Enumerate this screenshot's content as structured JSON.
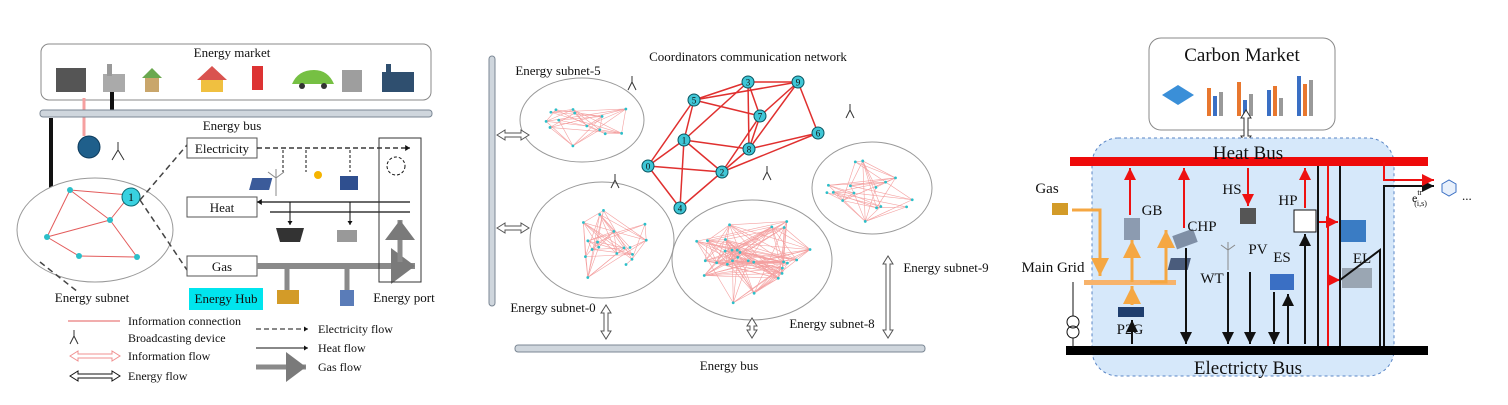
{
  "panel1": {
    "market_title": "Energy market",
    "bus_label": "Energy bus",
    "electricity": "Electricity",
    "heat": "Heat",
    "gas": "Gas",
    "hub": "Energy Hub",
    "port": "Energy port",
    "subnet": "Energy subnet",
    "coordinator_id": "1",
    "hub_color": "#00e5ee",
    "legend": {
      "info_conn": "Information connection",
      "broadcast": "Broadcasting device",
      "info_flow": "Information flow",
      "energy_flow": "Energy flow",
      "elec_flow": "Electricity flow",
      "heat_flow": "Heat flow",
      "gas_flow": "Gas flow"
    }
  },
  "panel2": {
    "title": "Coordinators communication network",
    "subnets": {
      "s5": "Energy subnet-5",
      "s0": "Energy subnet-0",
      "s8": "Energy subnet-8",
      "s9": "Energy subnet-9"
    },
    "bus_label": "Energy bus",
    "nodes": [
      "0",
      "1",
      "2",
      "3",
      "4",
      "5",
      "6",
      "7",
      "8",
      "9"
    ],
    "link_color": "#e0302f",
    "node_color": "#3fc6d6"
  },
  "panel3": {
    "carbon_market": "Carbon Market",
    "heat_bus": "Heat Bus",
    "elec_bus": "Electricty Bus",
    "gas": "Gas",
    "main_grid": "Main Grid",
    "gb": "GB",
    "chp": "CHP",
    "hs": "HS",
    "hp": "HP",
    "pv": "PV",
    "wt": "WT",
    "es": "ES",
    "el": "EL",
    "p2g": "P2G",
    "trade_sym": "e",
    "trade_sup": "tr",
    "trade_sub": "(i,s)",
    "ellipsis": "...",
    "heat_bus_color": "#ee0a0a",
    "elec_bus_color": "#000000",
    "box_color": "#d6e8fa"
  }
}
